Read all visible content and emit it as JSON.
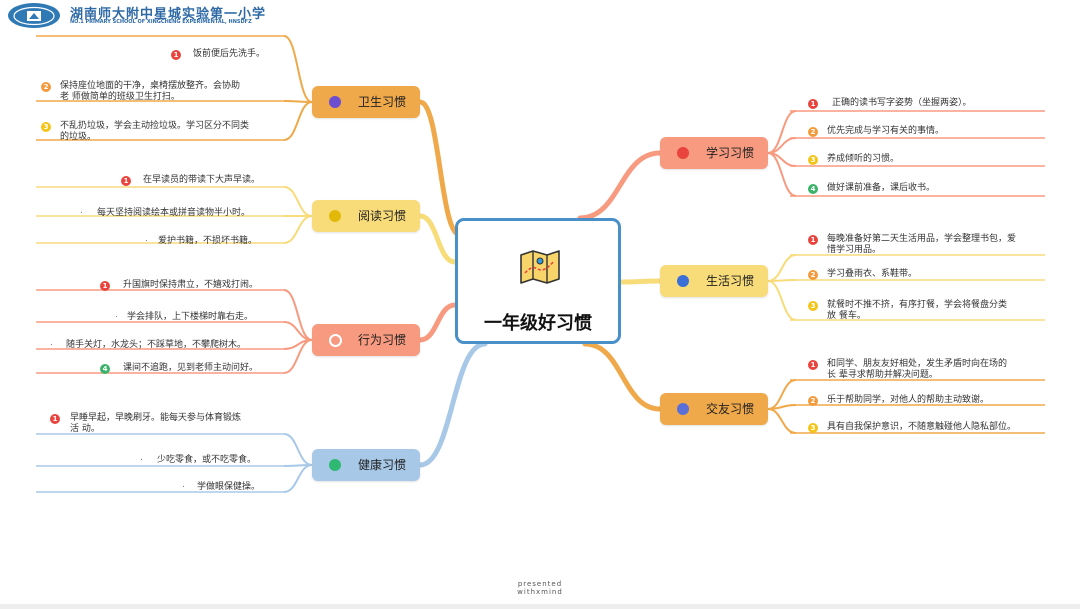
{
  "header": {
    "school_name_cn": "湖南师大附中星城实验第一小学",
    "school_name_en": "NO.1 PRIMARY SCHOOL OF XINGCHENG EXPERIMENTAL, HNSDFZ"
  },
  "center": {
    "title": "一年级好习惯",
    "icon": "map-icon"
  },
  "colors": {
    "orange": "#f0a94a",
    "yellow": "#f8dc7a",
    "salmon": "#f79a7f",
    "blue": "#a8c8e8",
    "badge_red": "#e9443e",
    "badge_orange": "#f39a3c",
    "badge_yellow": "#f5c419",
    "badge_green": "#3bb36a"
  },
  "branches": [
    {
      "label": "卫生习惯",
      "side": "left",
      "color": "#f0a94a",
      "dot": "#6b4fd0",
      "items": [
        {
          "badge": "1",
          "text": "饭前便后先洗手。"
        },
        {
          "badge": "2",
          "lines": [
            "保持座位地面的干净，桌椅摆放整齐。会协助",
            "老 师做简单的班级卫生打扫。"
          ]
        },
        {
          "badge": "3",
          "lines": [
            "不乱扔垃圾，学会主动捡垃圾。学习区分不同类",
            "的垃圾。"
          ]
        }
      ]
    },
    {
      "label": "阅读习惯",
      "side": "left",
      "color": "#f8dc7a",
      "dot": "#e2b90a",
      "items": [
        {
          "badge": "1",
          "text": "在早读员的带读下大声早读。"
        },
        {
          "badge": ".",
          "text": "每天坚持阅读绘本或拼音读物半小时。"
        },
        {
          "badge": ".",
          "text": "爱护书籍，不损坏书籍。"
        }
      ]
    },
    {
      "label": "行为习惯",
      "side": "left",
      "color": "#f79a7f",
      "dot": "ring",
      "items": [
        {
          "badge": "1",
          "text": "升国旗时保持肃立，不嬉戏打闹。"
        },
        {
          "badge": ".",
          "text": "学会排队，上下楼梯时靠右走。"
        },
        {
          "badge": ".",
          "text": "随手关灯，水龙头；不踩草地，不攀爬树木。"
        },
        {
          "badge": "4",
          "text": "课间不追跑，见到老师主动问好。"
        }
      ]
    },
    {
      "label": "健康习惯",
      "side": "left",
      "color": "#a8c8e8",
      "dot": "#2fb872",
      "items": [
        {
          "badge": "1",
          "lines": [
            "早睡早起，早晚刷牙。能每天参与体育锻炼",
            "活 动。"
          ]
        },
        {
          "badge": ".",
          "text": "少吃零食，或不吃零食。"
        },
        {
          "badge": ".",
          "text": "学做眼保健操。"
        }
      ]
    },
    {
      "label": "学习习惯",
      "side": "right",
      "color": "#f79a7f",
      "dot": "#e9443e",
      "items": [
        {
          "badge": "1",
          "text": "正确的读书写字姿势（坐握两姿）。"
        },
        {
          "badge": "2",
          "text": "优先完成与学习有关的事情。"
        },
        {
          "badge": "3",
          "text": "养成倾听的习惯。"
        },
        {
          "badge": "4",
          "text": "做好课前准备，课后收书。"
        }
      ]
    },
    {
      "label": "生活习惯",
      "side": "right",
      "color": "#f8dc7a",
      "dot": "#3b6fd8",
      "items": [
        {
          "badge": "1",
          "lines": [
            "每晚准备好第二天生活用品，学会整理书包，爱",
            "惜学习用品。"
          ]
        },
        {
          "badge": "2",
          "text": "学习叠雨衣、系鞋带。"
        },
        {
          "badge": "3",
          "lines": [
            "就餐时不推不挤，有序打餐，学会将餐盘分类",
            "放 餐车。"
          ]
        }
      ]
    },
    {
      "label": "交友习惯",
      "side": "right",
      "color": "#f0a94a",
      "dot": "#5b6fd8",
      "items": [
        {
          "badge": "1",
          "lines": [
            "和同学、朋友友好相处，发生矛盾时向在场的",
            "长 辈寻求帮助并解决问题。"
          ]
        },
        {
          "badge": "2",
          "text": "乐于帮助同学，对他人的帮助主动致谢。"
        },
        {
          "badge": "3",
          "text": "具有自我保护意识，不随意触碰他人隐私部位。"
        }
      ]
    }
  ],
  "footer": {
    "line1": "presented",
    "line2": "withxmind"
  }
}
